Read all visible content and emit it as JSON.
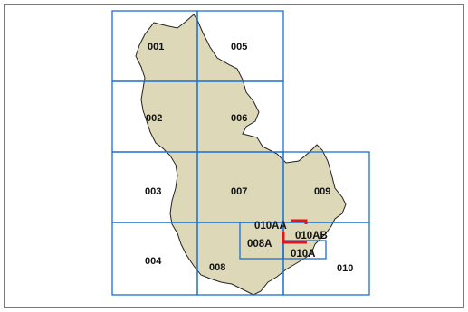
{
  "map": {
    "colors": {
      "land_fill": "#dcd8b8",
      "land_outline": "#222222",
      "grid_stroke": "#1a6fd6",
      "highlight_stroke": "#e0161a",
      "background": "#ffffff"
    },
    "sheets": [
      {
        "id": "001",
        "label": "001"
      },
      {
        "id": "002",
        "label": "002"
      },
      {
        "id": "003",
        "label": "003"
      },
      {
        "id": "004",
        "label": "004"
      },
      {
        "id": "005",
        "label": "005"
      },
      {
        "id": "006",
        "label": "006"
      },
      {
        "id": "007",
        "label": "007"
      },
      {
        "id": "008",
        "label": "008"
      },
      {
        "id": "009",
        "label": "009"
      },
      {
        "id": "010",
        "label": "010"
      },
      {
        "id": "008A",
        "label": "008A"
      },
      {
        "id": "010A",
        "label": "010A"
      },
      {
        "id": "010AA",
        "label": "010AA"
      },
      {
        "id": "010AB",
        "label": "010AB"
      }
    ],
    "highlighted_sheet": "010AA"
  }
}
